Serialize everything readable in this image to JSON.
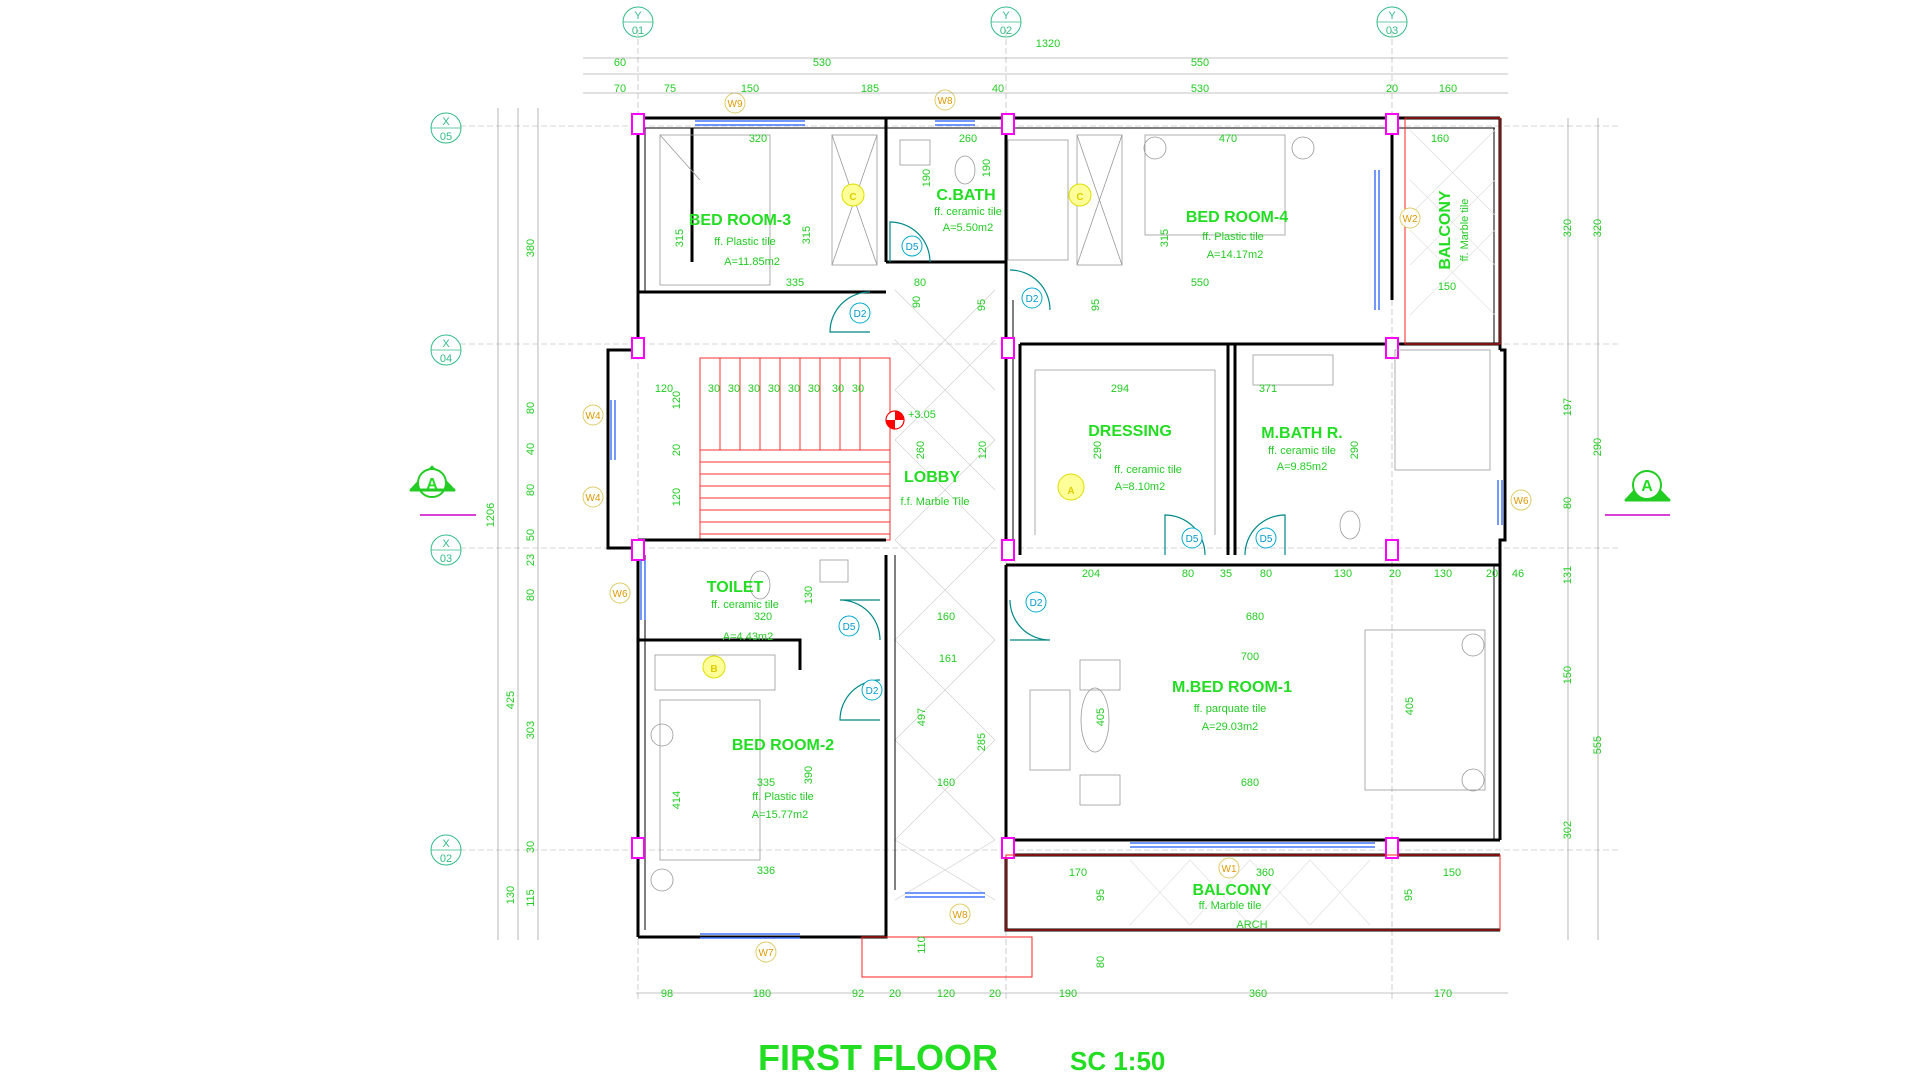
{
  "title": {
    "main": "FIRST FLOOR",
    "scale": "SC 1:50"
  },
  "grid": {
    "y": [
      "Y",
      "01",
      "Y",
      "02",
      "Y",
      "03"
    ],
    "x": [
      "X",
      "05",
      "X",
      "04",
      "X",
      "03",
      "X",
      "02"
    ]
  },
  "section_mark": "A",
  "level": "+3.05",
  "rooms": {
    "bed3": {
      "name": "BED ROOM-3",
      "finish": "ff. Plastic tile",
      "area": "A=11.85m2"
    },
    "cbath": {
      "name": "C.BATH",
      "finish": "ff. ceramic tile",
      "area": "A=5.50m2"
    },
    "bed4": {
      "name": "BED ROOM-4",
      "finish": "ff. Plastic tile",
      "area": "A=14.17m2"
    },
    "balcony_top": {
      "name": "BALCONY",
      "finish": "ff. Marble tile"
    },
    "dressing": {
      "name": "DRESSING",
      "finish": "ff. ceramic tile",
      "area": "A=8.10m2"
    },
    "mbath": {
      "name": "M.BATH R.",
      "finish": "ff. ceramic tile",
      "area": "A=9.85m2"
    },
    "lobby": {
      "name": "LOBBY",
      "finish": "f.f. Marble Tile"
    },
    "toilet": {
      "name": "TOILET",
      "finish": "ff. ceramic tile",
      "area": "A=4.43m2"
    },
    "mbed1": {
      "name": "M.BED ROOM-1",
      "finish": "ff. parquate tile",
      "area": "A=29.03m2"
    },
    "bed2": {
      "name": "BED ROOM-2",
      "finish": "ff. Plastic tile",
      "area": "A=15.77m2"
    },
    "balcony_bot": {
      "name": "BALCONY",
      "finish": "ff. Marble tile",
      "note": "ARCH"
    }
  },
  "tags": {
    "windows": [
      "W9",
      "W8",
      "W2",
      "W4",
      "W4",
      "W6",
      "W6",
      "W1",
      "W8",
      "W7"
    ],
    "doors": [
      "D5",
      "D2",
      "D2",
      "D5",
      "D5",
      "D2",
      "D5",
      "D2"
    ],
    "cabinets": [
      "C",
      "C",
      "A",
      "B"
    ]
  },
  "dims_top": [
    "60",
    "530",
    "1320",
    "550",
    "70",
    "75",
    "150",
    "185",
    "40",
    "530",
    "20",
    "160"
  ],
  "dims_bottom": [
    "98",
    "180",
    "92",
    "20",
    "120",
    "20",
    "190",
    "360",
    "170"
  ],
  "dims_left": [
    "380",
    "80",
    "40",
    "80",
    "1206",
    "50",
    "23",
    "80",
    "425",
    "303",
    "30",
    "130",
    "115"
  ],
  "dims_right": [
    "320",
    "320",
    "197",
    "290",
    "80",
    "131",
    "150",
    "555",
    "302"
  ],
  "dims_inner": [
    "320",
    "260",
    "470",
    "160",
    "190",
    "190",
    "315",
    "315",
    "315",
    "335",
    "550",
    "150",
    "80",
    "90",
    "95",
    "95",
    "120",
    "30",
    "30",
    "30",
    "30",
    "30",
    "30",
    "30",
    "30",
    "120",
    "20",
    "120",
    "260",
    "120",
    "294",
    "371",
    "290",
    "290",
    "204",
    "80",
    "35",
    "80",
    "130",
    "20",
    "130",
    "20",
    "46",
    "160",
    "680",
    "700",
    "161",
    "497",
    "405",
    "405",
    "680",
    "285",
    "160",
    "320",
    "130",
    "390",
    "414",
    "335",
    "336",
    "170",
    "360",
    "150",
    "95",
    "95",
    "110",
    "80"
  ],
  "colors": {
    "wall": "#000000",
    "text": "#22dd22",
    "grid": "#33bb88",
    "accent": "#ff2222",
    "door": "#008888",
    "tag": "#ddcc00",
    "column": "#ff00ff"
  }
}
